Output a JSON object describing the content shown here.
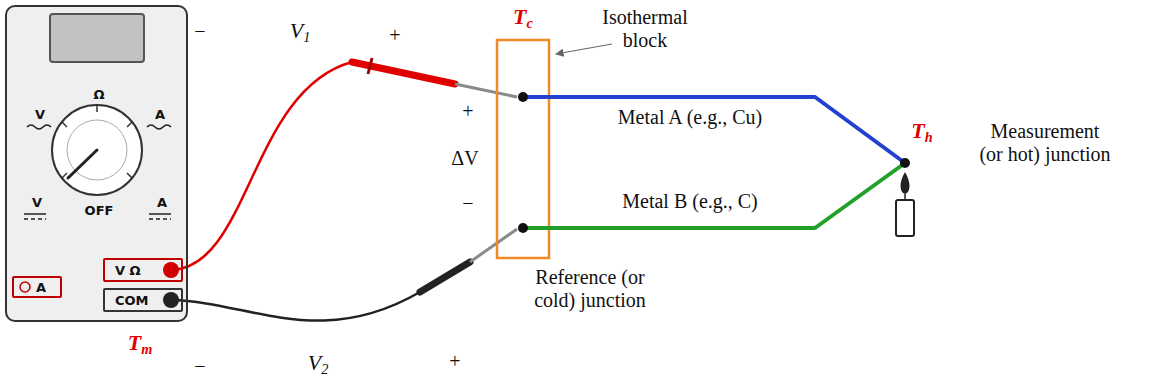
{
  "diagram": {
    "nodes": [
      {
        "text": [
          "Ω",
          "V",
          "A",
          "V",
          "OFF",
          "A"
        ]
      },
      {
        "text": [
          "V Ω"
        ],
        "in": 0
      },
      {
        "text": [
          "A"
        ],
        "in": 0
      },
      {
        "text": [
          "COM"
        ],
        "in": 0
      }
    ],
    "labels": [
      "−",
      "V1",
      "+",
      "Tc",
      "Isothermal block",
      "+",
      "ΔV",
      "−",
      "Metal A (e.g., Cu)",
      "Metal B (e.g., C)",
      "Th",
      "Measurement (or hot) junction",
      "Reference (or cold) junction",
      "Tm",
      "−",
      "V2",
      "+"
    ]
  }
}
